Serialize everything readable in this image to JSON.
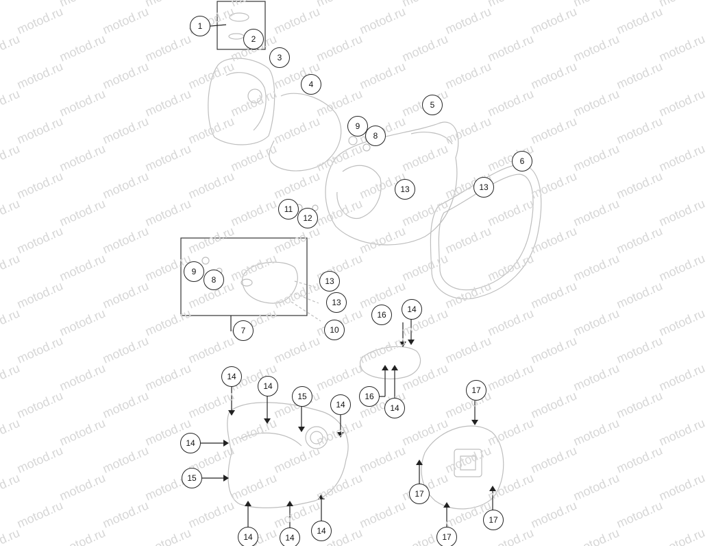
{
  "watermark": "motod.ru",
  "callouts": [
    "1",
    "2",
    "3",
    "4",
    "5",
    "6",
    "7",
    "8",
    "9",
    "10",
    "11",
    "12",
    "13",
    "14",
    "15",
    "16",
    "17"
  ]
}
